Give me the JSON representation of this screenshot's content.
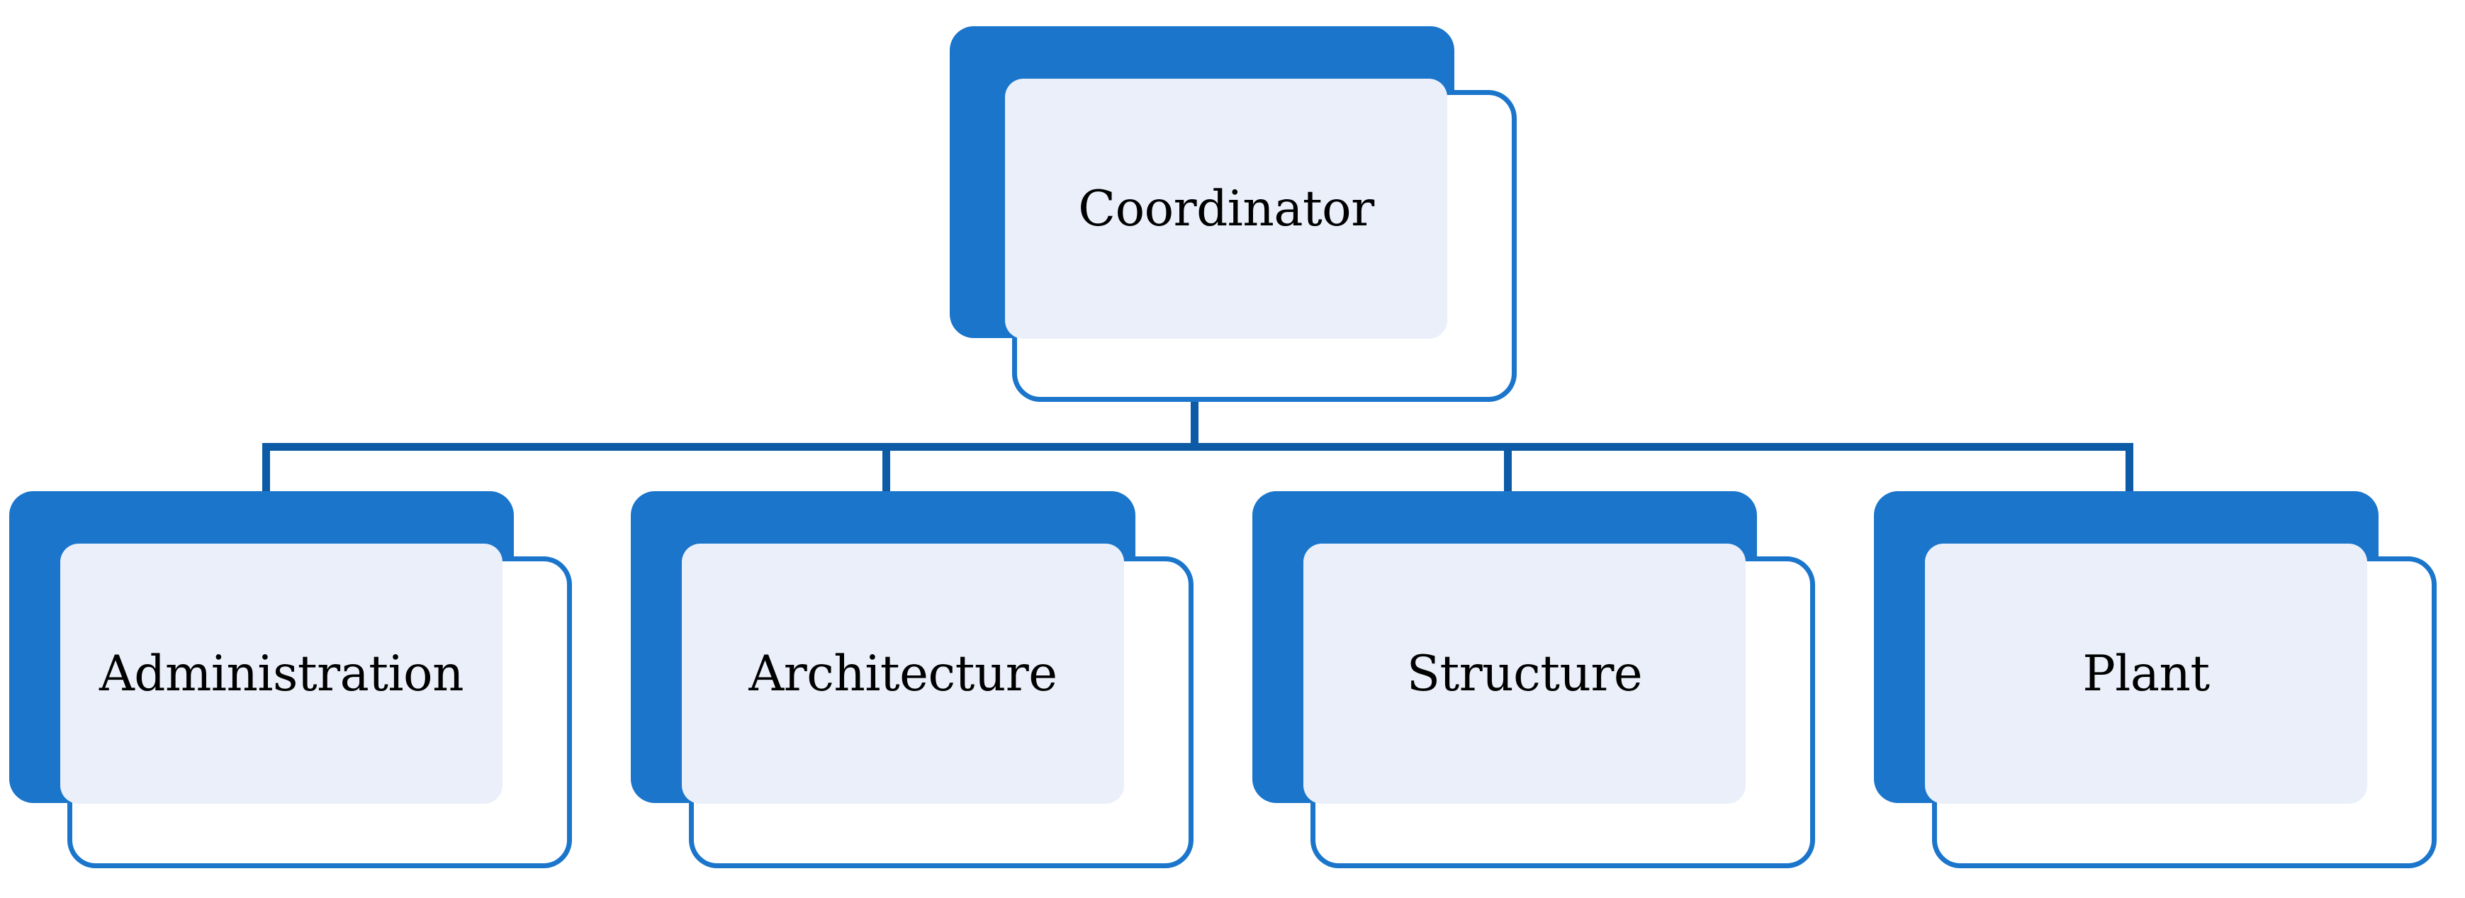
{
  "diagram": {
    "type": "organizational-chart",
    "title": "Coordinator organizational hierarchy",
    "orientation": "top-down",
    "levels": 2,
    "colors": {
      "node_shadow_blue": "#1a75cb",
      "node_border_blue": "#1a75cb",
      "node_face_fill": "#eaeff9",
      "connector_blue": "#0d5aa7",
      "label_text": "#000000",
      "background": "#ffffff"
    },
    "root": {
      "id": "coordinator",
      "label": "Coordinator"
    },
    "children": [
      {
        "id": "administration",
        "label": "Administration"
      },
      {
        "id": "architecture",
        "label": "Architecture"
      },
      {
        "id": "structure",
        "label": "Structure"
      },
      {
        "id": "plant",
        "label": "Plant"
      }
    ],
    "edges": [
      {
        "from": "coordinator",
        "to": "administration"
      },
      {
        "from": "coordinator",
        "to": "architecture"
      },
      {
        "from": "coordinator",
        "to": "structure"
      },
      {
        "from": "coordinator",
        "to": "plant"
      }
    ]
  }
}
